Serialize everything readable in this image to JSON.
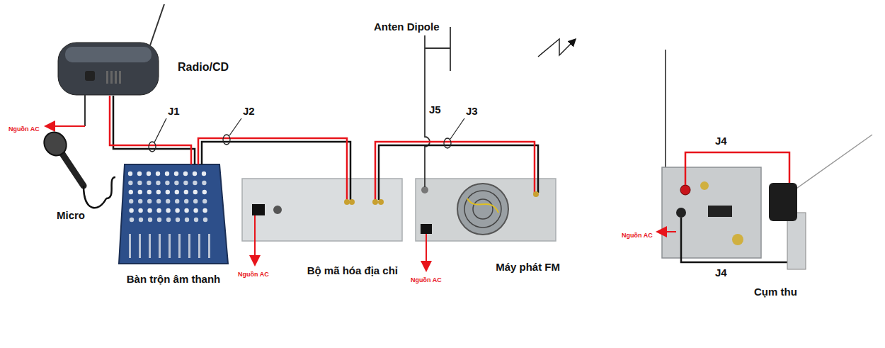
{
  "diagram": {
    "nodes": [
      {
        "text": [
          "Radio/CD"
        ]
      },
      {
        "text": [
          "Micro"
        ]
      },
      {
        "text": [
          "Bàn trộn âm thanh"
        ]
      },
      {
        "text": [
          "Bộ mã hóa địa chỉ"
        ]
      },
      {
        "text": [
          "Máy phát FM"
        ]
      },
      {
        "text": [
          "Cụm thu"
        ]
      }
    ],
    "edges": [
      {
        "from": 0,
        "to": 2,
        "arrow": "none",
        "label": "J1"
      },
      {
        "from": 1,
        "to": 2,
        "arrow": "none"
      },
      {
        "from": 2,
        "to": 3,
        "arrow": "none",
        "label": "J2"
      },
      {
        "from": 3,
        "to": 4,
        "arrow": "none",
        "label": "J3"
      }
    ],
    "labels": [
      "Nguồn AC",
      "Anten Dipole",
      "J5",
      "Nguồn AC",
      "Nguồn AC",
      "J4",
      "Nguồn AC",
      "J4"
    ]
  }
}
